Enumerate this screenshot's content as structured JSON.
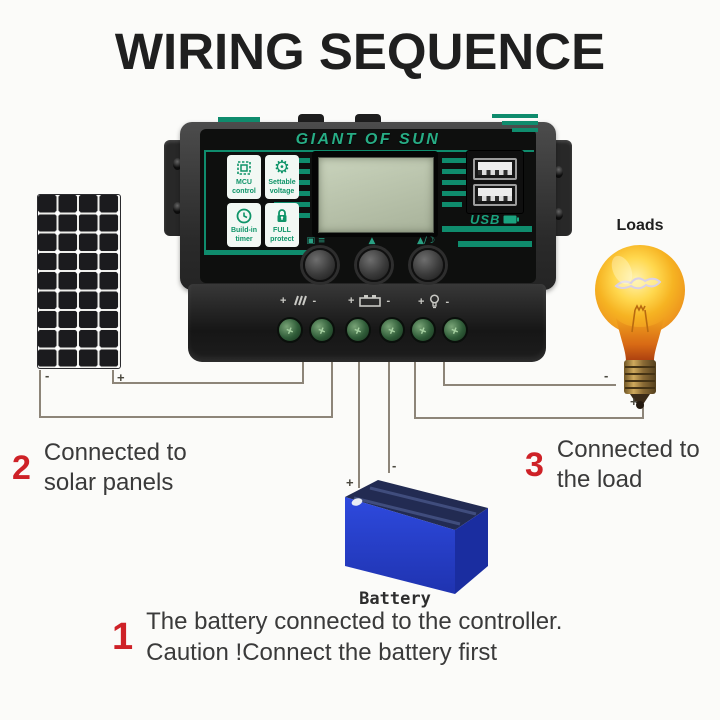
{
  "title": "WIRING SEQUENCE",
  "controller": {
    "brand": "GIANT OF SUN",
    "badges": [
      {
        "icon": "chip-icon",
        "line1": "MCU",
        "line2": "control"
      },
      {
        "icon": "gear-icon",
        "line1": "Settable",
        "line2": "voltage"
      },
      {
        "icon": "clock-icon",
        "line1": "Build-in",
        "line2": "timer"
      },
      {
        "icon": "lock-icon",
        "line1": "FULL",
        "line2": "protect"
      }
    ],
    "usb_label": "USB",
    "buttons": [
      {
        "label": "▣ ≡"
      },
      {
        "label": "▲"
      },
      {
        "label": "▲/☽"
      }
    ]
  },
  "terminals": {
    "plus": "+",
    "minus": "-"
  },
  "polarity": {
    "panel_minus": "-",
    "panel_plus": "+",
    "battery_plus": "+",
    "battery_minus": "-",
    "load_minus": "-",
    "load_plus": "+"
  },
  "labels": {
    "loads": "Loads",
    "battery": "Battery"
  },
  "steps": {
    "one": {
      "num": "1",
      "line1": "The battery connected to the controller.",
      "line2": "Caution !Connect the battery first"
    },
    "two": {
      "num": "2",
      "line1": "Connected to",
      "line2": "solar panels"
    },
    "three": {
      "num": "3",
      "line1": "Connected to",
      "line2": "the load"
    }
  },
  "colors": {
    "teal": "#0f8c6d",
    "red": "#ce2127",
    "wire": "#8d8579",
    "battery_blue": "#2b46d4",
    "bulb_yellow": "#f7b81f"
  }
}
